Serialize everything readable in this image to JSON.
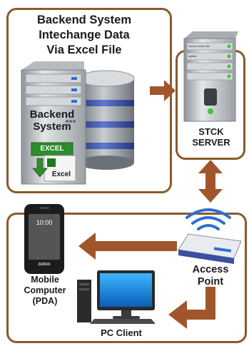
{
  "backend_panel": {
    "title_lines": [
      "Backend System",
      "Intechange Data",
      "Via Excel File"
    ],
    "server_label_lines": [
      "Backend",
      "System"
    ],
    "excel_badge": "EXCEL",
    "excel_file_label": "Excel"
  },
  "stck_server": {
    "label_lines": [
      "STCK",
      "SERVER"
    ],
    "drive_labels": [
      "xxxxxx xxxxx 3fs",
      "spltfax"
    ]
  },
  "network_panel": {
    "access_point_lines": [
      "Access",
      "Point"
    ],
    "mobile_lines": [
      "Mobile",
      "Computer",
      "(PDA)"
    ],
    "pda_time": "10:00",
    "pda_brand": "ZEBRA",
    "pc_label": "PC Client"
  },
  "colors": {
    "panel_border": "#8a5a2b",
    "arrow": "#a0562a",
    "server_body": "#bfc3c7",
    "database": "#8e949a",
    "db_band": "#3b4fa0",
    "excel_green": "#2e8b2e"
  },
  "icons": [
    "server-tower-icon",
    "database-icon",
    "excel-file-icon",
    "zebra-pda-icon",
    "wifi-router-icon",
    "desktop-pc-icon",
    "arrow-icon"
  ]
}
